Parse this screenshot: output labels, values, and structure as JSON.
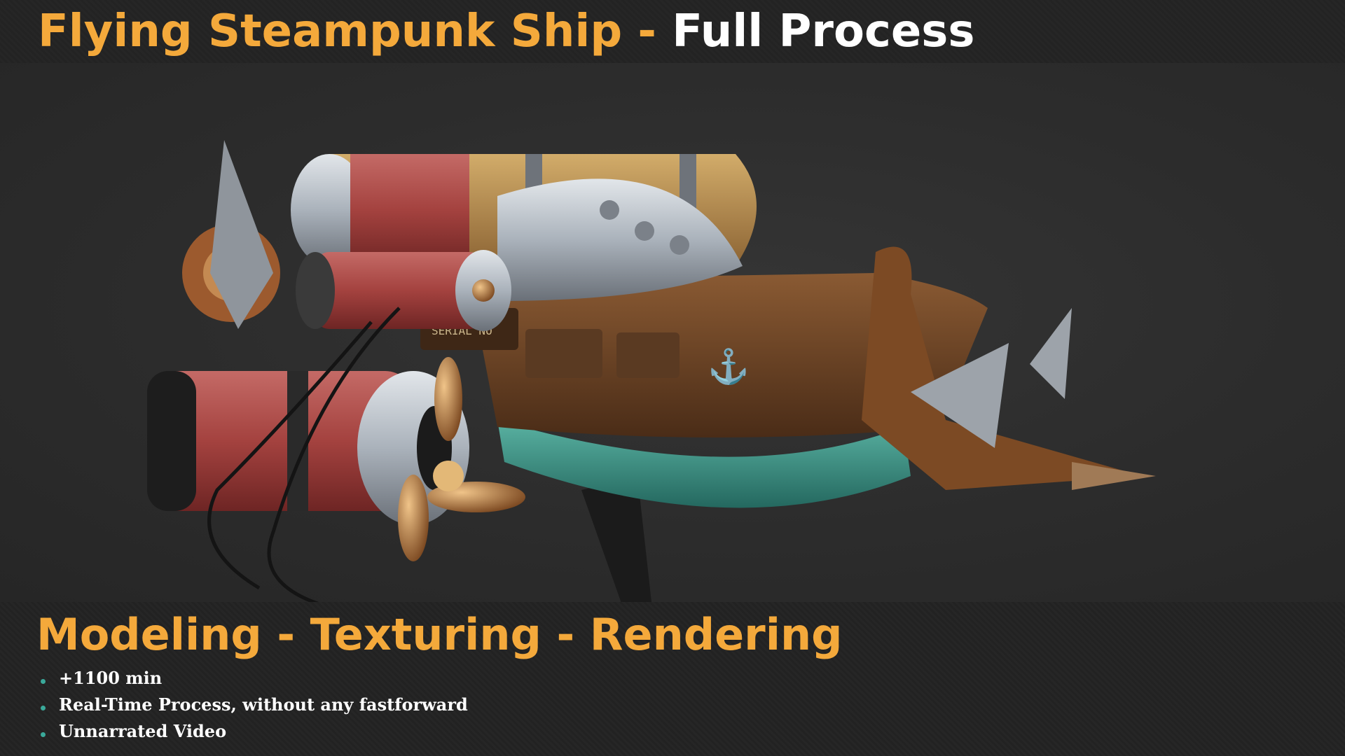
{
  "header": {
    "title_accent": "Flying Steampunk Ship - ",
    "title_main": "Full Process"
  },
  "footer": {
    "subtitle": "Modeling - Texturing - Rendering",
    "features": [
      "+1100 min",
      "Real-Time Process, without any fastforward",
      "Unnarrated Video"
    ]
  },
  "render": {
    "hull_plate_text": "SERIAL NO"
  },
  "colors": {
    "accent_orange": "#f4a93b",
    "bullet_teal": "#3aa99a",
    "background": "#2b2b2b"
  }
}
